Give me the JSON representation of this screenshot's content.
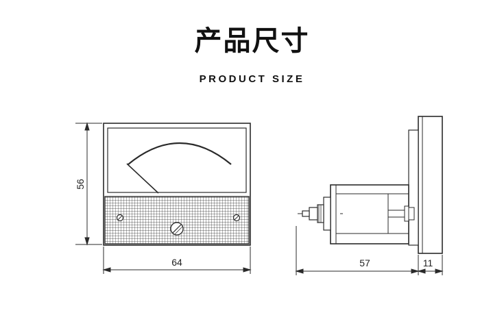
{
  "header": {
    "title": "产品尺寸",
    "subtitle": "PRODUCT SIZE"
  },
  "dimensions": {
    "front_height": "56",
    "front_width": "64",
    "side_depth": "57",
    "side_flange": "11"
  },
  "colors": {
    "line": "#2a2a2a",
    "text": "#111111",
    "background": "#ffffff"
  }
}
